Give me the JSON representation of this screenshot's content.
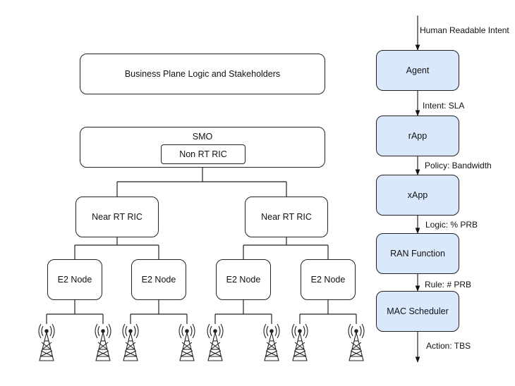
{
  "hierarchy": {
    "business": "Business Plane Logic and Stakeholders",
    "smo": "SMO",
    "non_rt_ric": "Non RT RIC",
    "near_rt_ric": [
      "Near RT RIC",
      "Near RT RIC"
    ],
    "e2_nodes": [
      "E2 Node",
      "E2 Node",
      "E2 Node",
      "E2 Node"
    ]
  },
  "pipeline": {
    "input_label": "Human Readable Intent",
    "stages": [
      "Agent",
      "rApp",
      "xApp",
      "RAN Function",
      "MAC Scheduler"
    ],
    "edges": [
      "Intent: SLA",
      "Policy: Bandwidth",
      "Logic: % PRB",
      "Rule: # PRB"
    ],
    "output_label": "Action: TBS"
  },
  "colors": {
    "stage_fill": "#dae8fc",
    "stroke": "#222222"
  },
  "icons": [
    "cell-tower-icon"
  ]
}
